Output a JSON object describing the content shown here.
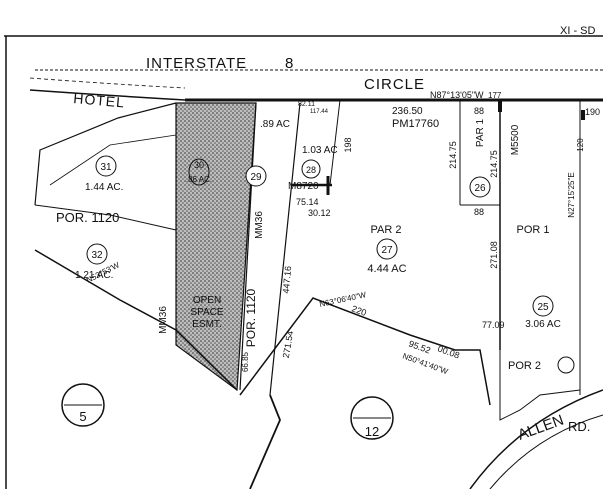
{
  "header": {
    "sheet_id": "XI - SD"
  },
  "roads": {
    "interstate_8": {
      "label": "INTERSTATE",
      "number": "8"
    },
    "hotel_circle": {
      "label_left": "HOTEL",
      "label_right": "CIRCLE",
      "bearing": "N87°13'05\"W"
    },
    "allen_rd": {
      "label": "ALLEN",
      "suffix": "RD."
    }
  },
  "subdivisions": {
    "pm17760": "PM17760",
    "m5500": "M5500",
    "m8720": "M8720",
    "mm36_center": "MM36",
    "mm36_left": "MM36",
    "por_1120_left": "POR. 1120",
    "por_1120_center": "POR. 1120"
  },
  "parcels": [
    {
      "number": "31",
      "area": "1.44 AC."
    },
    {
      "number": "30",
      "area": ".86 AC."
    },
    {
      "number": "29",
      "area": ""
    },
    {
      "number": "28",
      "area": "1.03 AC"
    },
    {
      "number": "",
      "area": ".89 AC"
    },
    {
      "number": "32",
      "area": "1.21 AC."
    },
    {
      "number": "27",
      "area": "4.44 AC",
      "label": "PAR 2"
    },
    {
      "number": "26",
      "area": "",
      "label": "PAR 1"
    },
    {
      "number": "25",
      "area": "3.06 AC",
      "label": "POR 1"
    },
    {
      "number": "",
      "area": "",
      "label": "POR 2"
    }
  ],
  "map_pages": [
    {
      "number": "5"
    },
    {
      "number": "12"
    }
  ],
  "easement": {
    "line1": "OPEN",
    "line2": "SPACE",
    "line3": "ESMT."
  },
  "dimensions": {
    "d236_50": "236.50",
    "d177": "177",
    "d88_top": "88",
    "d88_bottom": "88",
    "d214_75_a": "214.75",
    "d214_75_b": "214.75",
    "d75_14": "75.14",
    "d30_12": "30.12",
    "d198": "198",
    "d271_08": "271.08",
    "d77_09": "77.09",
    "d95_52": "95.52",
    "d00_08": "00.08",
    "d220": "220",
    "d447_16": "447.16",
    "d271_54": "271.54",
    "d190": "190",
    "d120": "120",
    "d82_11": "82.11",
    "d117_44": "117.44",
    "d66_85": "66.85"
  },
  "bearings": {
    "n53": "N53°53'W",
    "n63": "N63°06'40\"W",
    "n50": "N50°41'40\"W",
    "n27": "N27°15'25\"E"
  }
}
